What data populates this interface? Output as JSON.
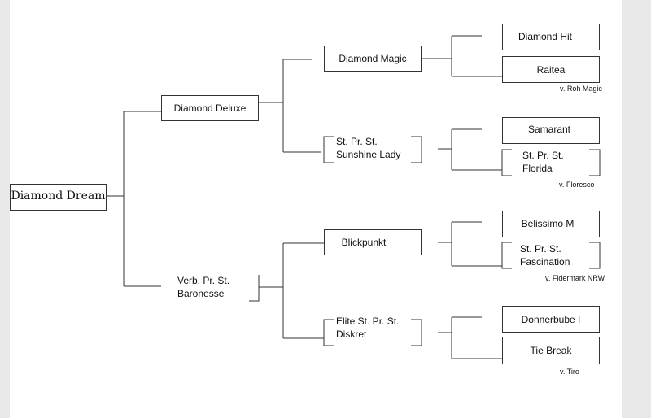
{
  "pedigree": {
    "horse": "Diamond Dream",
    "sire": "Diamond Deluxe",
    "dam_line1": "Verb. Pr. St.",
    "dam_line2": "Baronesse",
    "sire_sire": "Diamond Magic",
    "sire_dam_line1": "St. Pr. St.",
    "sire_dam_line2": "Sunshine Lady",
    "dam_sire": "Blickpunkt",
    "dam_dam_line1": "Elite St. Pr. St.",
    "dam_dam_line2": "Diskret",
    "ss_sire": "Diamond Hit",
    "ss_dam": "Raitea",
    "ss_dam_note": "v. Roh Magic",
    "sd_sire": "Samarant",
    "sd_dam_line1": "St. Pr. St.",
    "sd_dam_line2": "Florida",
    "sd_dam_note": "v. Floresco",
    "ds_sire": "Belissimo M",
    "ds_dam_line1": "St. Pr. St.",
    "ds_dam_line2": "Fascination",
    "ds_dam_note": "v. Fidermark NRW",
    "dd_sire": "Donnerbube I",
    "dd_dam": "Tie Break",
    "dd_dam_note": "v. Tiro"
  }
}
